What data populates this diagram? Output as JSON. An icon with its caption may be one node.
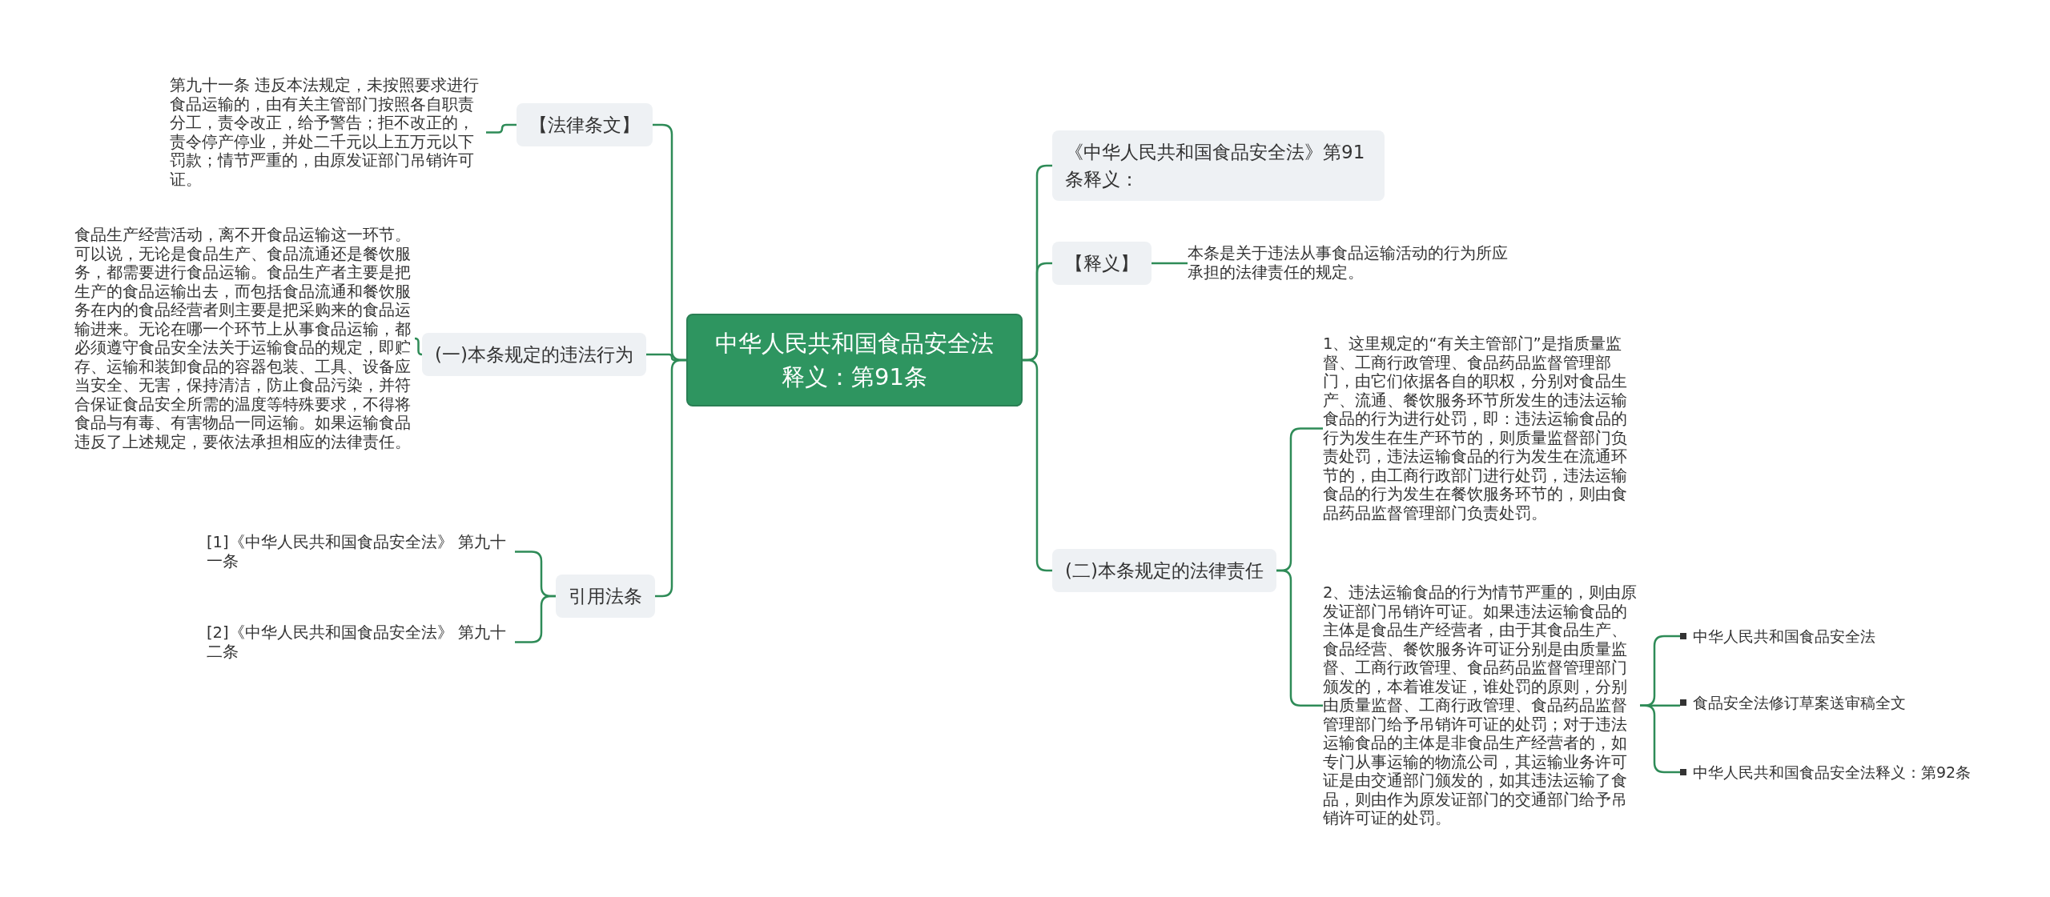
{
  "diagram": {
    "nodes": [
      {
        "text": [
          "中华人民共和国食品安全法释义：第91条"
        ]
      },
      {
        "text": [
          "【法律条文】"
        ]
      },
      {
        "text": [
          "第九十一条 违反本法规定，未按照要求进行食品运输的，由有关主管部门按照各自职责分工，责令改正，给予警告；拒不改正的，责令停产停业，并处二千元以上五万元以下罚款；情节严重的，由原发证部门吊销许可证。"
        ]
      },
      {
        "text": [
          "(一)本条规定的违法行为"
        ]
      },
      {
        "text": [
          "食品生产经营活动，离不开食品运输这一环节。可以说，无论是食品生产、食品流通还是餐饮服务，都需要进行食品运输。食品生产者主要是把生产的食品运输出去，而包括食品流通和餐饮服务在内的食品经营者则主要是把采购来的食品运输进来。无论在哪一个环节上从事食品运输，都必须遵守食品安全法关于运输食品的规定，即贮存、运输和装卸食品的容器包装、工具、设备应当安全、无害，保持清洁，防止食品污染，并符合保证食品安全所需的温度等特殊要求，不得将食品与有毒、有害物品一同运输。如果运输食品违反了上述规定，要依法承担相应的法律责任。"
        ]
      },
      {
        "text": [
          "引用法条"
        ]
      },
      {
        "text": [
          "[1]《中华人民共和国食品安全法》 第九十一条"
        ]
      },
      {
        "text": [
          "[2]《中华人民共和国食品安全法》 第九十二条"
        ]
      },
      {
        "text": [
          "《中华人民共和国食品安全法》第91条释义："
        ]
      },
      {
        "text": [
          "【释义】"
        ]
      },
      {
        "text": [
          "本条是关于违法从事食品运输活动的行为所应承担的法律责任的规定。"
        ]
      },
      {
        "text": [
          "(二)本条规定的法律责任"
        ]
      },
      {
        "text": [
          "1、这里规定的“有关主管部门”是指质量监督、工商行政管理、食品药品监督管理部门，由它们依据各自的职权，分别对食品生产、流通、餐饮服务环节所发生的违法运输食品的行为进行处罚，即：违法运输食品的行为发生在生产环节的，则质量监督部门负责处罚，违法运输食品的行为发生在流通环节的，由工商行政部门进行处罚，违法运输食品的行为发生在餐饮服务环节的，则由食品药品监督管理部门负责处罚。"
        ]
      },
      {
        "text": [
          "2、违法运输食品的行为情节严重的，则由原发证部门吊销许可证。如果违法运输食品的主体是食品生产经营者，由于其食品生产、食品经营、餐饮服务许可证分别是由质量监督、工商行政管理、食品药品监督管理部门颁发的，本着谁发证，谁处罚的原则，分别由质量监督、工商行政管理、食品药品监督管理部门给予吊销许可证的处罚；对于违法运输食品的主体是非食品生产经营者的，如专门从事运输的物流公司，其运输业务许可证是由交通部门颁发的，如其违法运输了食品，则由作为原发证部门的交通部门给予吊销许可证的处罚。"
        ]
      },
      {
        "text": [
          "中华人民共和国食品安全法"
        ]
      },
      {
        "text": [
          "食品安全法修订草案送审稿全文"
        ]
      },
      {
        "text": [
          "中华人民共和国食品安全法释义：第92条"
        ]
      }
    ],
    "edges": [
      {
        "from": 0,
        "to": 1,
        "arrow": "none"
      },
      {
        "from": 1,
        "to": 2,
        "arrow": "none"
      },
      {
        "from": 0,
        "to": 3,
        "arrow": "none"
      },
      {
        "from": 3,
        "to": 4,
        "arrow": "none"
      },
      {
        "from": 0,
        "to": 5,
        "arrow": "none"
      },
      {
        "from": 5,
        "to": 6,
        "arrow": "none"
      },
      {
        "from": 5,
        "to": 7,
        "arrow": "none"
      },
      {
        "from": 0,
        "to": 8,
        "arrow": "none"
      },
      {
        "from": 0,
        "to": 9,
        "arrow": "none"
      },
      {
        "from": 9,
        "to": 10,
        "arrow": "none"
      },
      {
        "from": 0,
        "to": 11,
        "arrow": "none"
      },
      {
        "from": 11,
        "to": 12,
        "arrow": "none"
      },
      {
        "from": 11,
        "to": 13,
        "arrow": "none"
      },
      {
        "from": 13,
        "to": 14,
        "arrow": "none"
      },
      {
        "from": 13,
        "to": 15,
        "arrow": "none"
      },
      {
        "from": 13,
        "to": 16,
        "arrow": "none"
      }
    ]
  }
}
